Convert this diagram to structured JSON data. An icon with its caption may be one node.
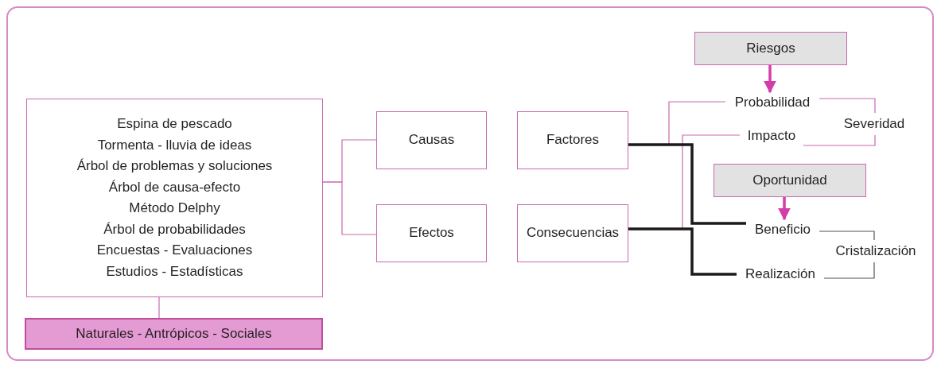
{
  "diagram": {
    "nodes": [
      {
        "text": [
          "Espina de pescado",
          "Tormenta - lluvia de ideas",
          "Árbol de problemas y soluciones",
          "Árbol de causa-efecto",
          "Método Delphy",
          "Árbol de probabilidades",
          "Encuestas - Evaluaciones",
          "Estudios - Estadísticas"
        ]
      },
      {
        "text": [
          "Naturales - Antrópicos - Sociales"
        ]
      },
      {
        "text": [
          "Causas"
        ]
      },
      {
        "text": [
          "Efectos"
        ]
      },
      {
        "text": [
          "Factores"
        ]
      },
      {
        "text": [
          "Consecuencias"
        ]
      },
      {
        "text": [
          "Riesgos"
        ]
      },
      {
        "text": [
          "Probabilidad"
        ]
      },
      {
        "text": [
          "Impacto"
        ]
      },
      {
        "text": [
          "Severidad"
        ]
      },
      {
        "text": [
          "Oportunidad"
        ]
      },
      {
        "text": [
          "Beneficio"
        ]
      },
      {
        "text": [
          "Realización"
        ]
      },
      {
        "text": [
          "Cristalización"
        ]
      }
    ],
    "edges": [
      {
        "from": 0,
        "to": 1,
        "arrow": "none"
      },
      {
        "from": 0,
        "to": 2,
        "arrow": "none"
      },
      {
        "from": 0,
        "to": 3,
        "arrow": "none"
      },
      {
        "from": 6,
        "to": 7,
        "arrow": "to",
        "style": "thick"
      },
      {
        "from": 4,
        "to": 7,
        "arrow": "none"
      },
      {
        "from": 5,
        "to": 8,
        "arrow": "none"
      },
      {
        "from": 7,
        "to": 9,
        "arrow": "none"
      },
      {
        "from": 8,
        "to": 9,
        "arrow": "none"
      },
      {
        "from": 10,
        "to": 11,
        "arrow": "to",
        "style": "thick"
      },
      {
        "from": 4,
        "to": 11,
        "arrow": "none",
        "style": "thick",
        "color": "#1a1a1a"
      },
      {
        "from": 5,
        "to": 12,
        "arrow": "none",
        "style": "thick",
        "color": "#1a1a1a"
      },
      {
        "from": 11,
        "to": 13,
        "arrow": "none",
        "color": "#555555"
      },
      {
        "from": 12,
        "to": 13,
        "arrow": "none",
        "color": "#555555"
      }
    ]
  }
}
